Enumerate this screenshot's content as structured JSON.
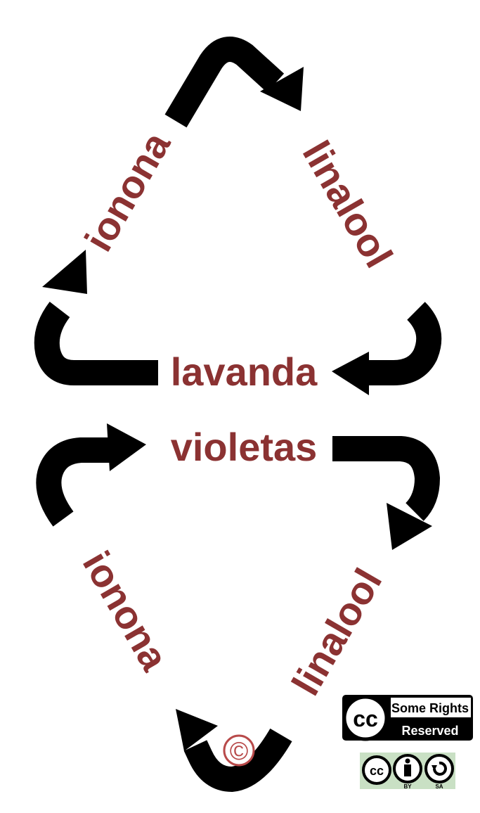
{
  "diagram": {
    "center_top": "lavanda",
    "center_bottom": "violetas",
    "top_left": "ionona",
    "top_right": "linalool",
    "bottom_left": "ionona",
    "bottom_right": "linalool",
    "copyright_symbol": "©",
    "text_color": "#8b3232"
  },
  "license": {
    "badge_cc": "cc",
    "badge_line1": "Some Rights",
    "badge_line2": "Reserved",
    "by_label": "BY",
    "sa_label": "SA",
    "cc_small": "cc"
  }
}
